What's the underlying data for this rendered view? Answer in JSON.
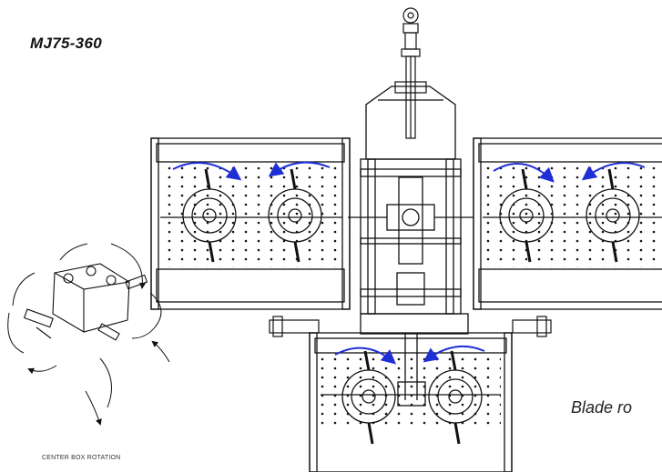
{
  "diagram": {
    "model_label": "MJ75-360",
    "blade_rotation_text": "Blade ro",
    "center_box_caption": "CENTER BOX ROTATION",
    "colors": {
      "line": "#111111",
      "rotation_arrow": "#1f2fd6",
      "background": "#ffffff"
    }
  }
}
